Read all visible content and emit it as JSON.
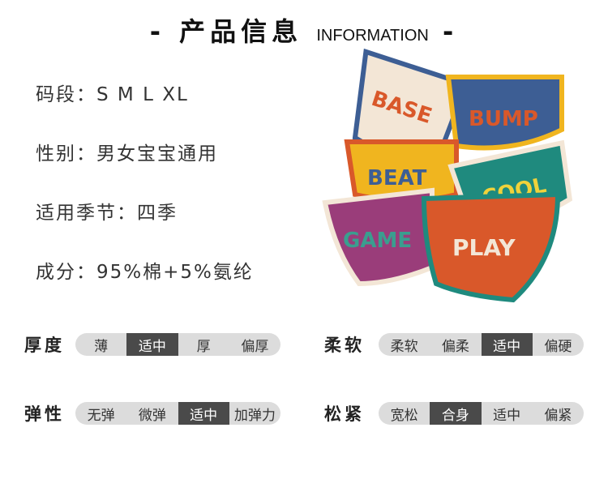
{
  "header": {
    "dash_left": "-",
    "title_cn": "产品信息",
    "title_en": "INFORMATION",
    "dash_right": "-"
  },
  "specs": [
    "码段：S M L XL",
    "性别：男女宝宝通用",
    "适用季节：四季",
    "成分：95%棉+5%氨纶"
  ],
  "product_image": {
    "words": [
      "BASE",
      "BUMP",
      "BEAT",
      "COOL",
      "GAME",
      "PLAY"
    ],
    "colors": {
      "base": "#f3e6d6",
      "bump": "#3d5e94",
      "beat": "#f0b51f",
      "cool": "#1f8a7e",
      "game": "#9a3d7a",
      "play": "#d9582a"
    }
  },
  "attributes": {
    "thickness": {
      "label": "厚度",
      "options": [
        "薄",
        "适中",
        "厚",
        "偏厚"
      ],
      "selected": "适中"
    },
    "softness": {
      "label": "柔软",
      "options": [
        "柔软",
        "偏柔",
        "适中",
        "偏硬"
      ],
      "selected": "适中"
    },
    "elasticity": {
      "label": "弹性",
      "options": [
        "无弹",
        "微弹",
        "适中",
        "加弹力"
      ],
      "selected": "适中"
    },
    "fit": {
      "label": "松紧",
      "options": [
        "宽松",
        "合身",
        "适中",
        "偏紧"
      ],
      "selected": "合身"
    }
  },
  "colors": {
    "pill_bg": "#dcdcdc",
    "pill_selected": "#4a4a4a"
  }
}
